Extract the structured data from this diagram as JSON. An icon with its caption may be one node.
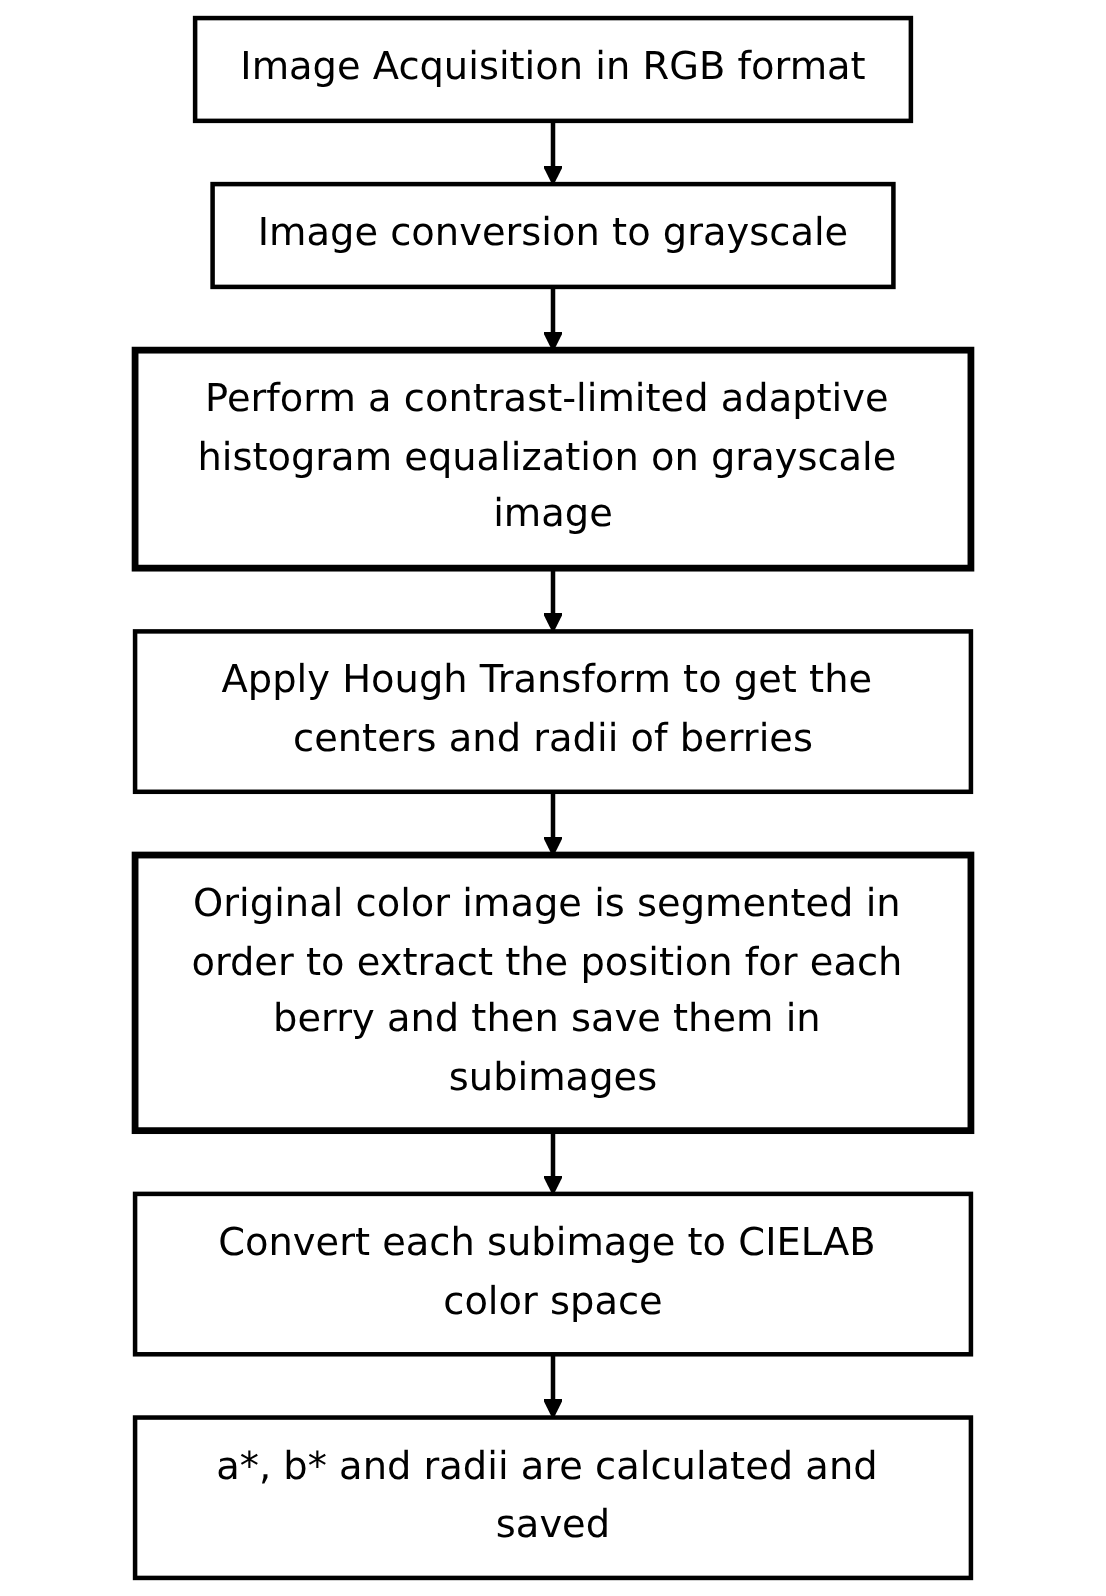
{
  "diagram": {
    "nodes": [
      {
        "text": [
          "Image Acquisition in RGB format"
        ]
      },
      {
        "text": [
          "Image conversion to grayscale"
        ]
      },
      {
        "text": [
          "Perform a contrast-limited adaptive histogram equalization on grayscale image"
        ]
      },
      {
        "text": [
          "Apply Hough Transform to get the centers and radii of berries"
        ]
      },
      {
        "text": [
          "Original color image is segmented in order to extract the position for each berry and then save them in subimages"
        ]
      },
      {
        "text": [
          "Convert each subimage to CIELAB color space"
        ]
      },
      {
        "text": [
          "a*, b* and radii are calculated and saved"
        ]
      }
    ],
    "edges": [
      {
        "from": 0,
        "to": 1,
        "arrow": "to"
      },
      {
        "from": 1,
        "to": 2,
        "arrow": "to"
      },
      {
        "from": 2,
        "to": 3,
        "arrow": "to"
      },
      {
        "from": 3,
        "to": 4,
        "arrow": "to"
      },
      {
        "from": 4,
        "to": 5,
        "arrow": "to"
      },
      {
        "from": 5,
        "to": 6,
        "arrow": "to"
      }
    ]
  }
}
